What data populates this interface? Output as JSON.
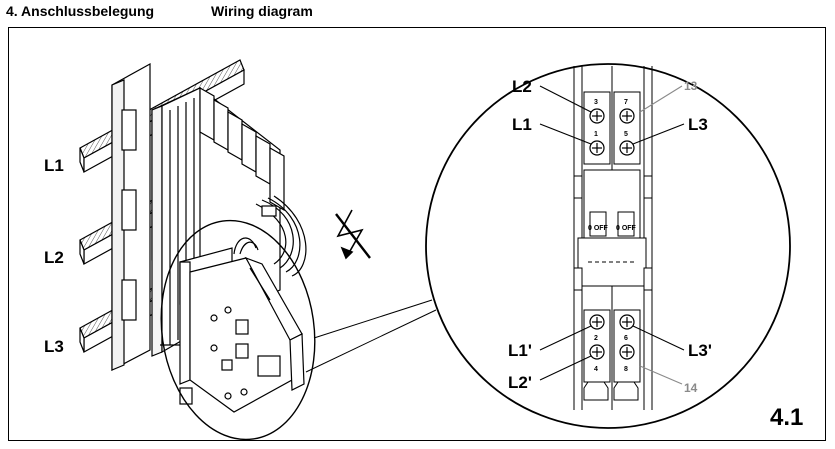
{
  "header": {
    "title_de": "4. Anschlussbelegung",
    "title_en": "Wiring diagram"
  },
  "left": {
    "bus_labels": [
      "L1",
      "L2",
      "L3"
    ]
  },
  "detail": {
    "labels_top": {
      "l2": "L2",
      "l1": "L1",
      "l3": "L3"
    },
    "labels_bottom": {
      "l1p": "L1'",
      "l2p": "L2'",
      "l3p": "L3'"
    },
    "aux_top": "13",
    "aux_bottom": "14",
    "terminal_numbers": {
      "t3": "3",
      "t7": "7",
      "t1": "1",
      "t5": "5",
      "t2": "2",
      "t6": "6",
      "t4": "4",
      "t8": "8"
    },
    "switch_label": "0 OFF"
  },
  "figure_number": "4.1"
}
